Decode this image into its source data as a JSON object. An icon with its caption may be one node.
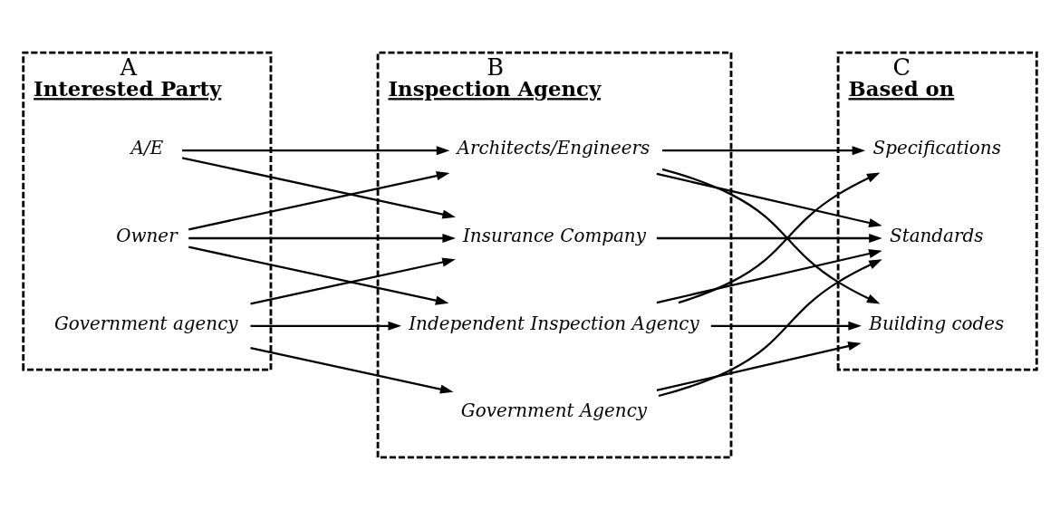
{
  "diagram": {
    "nodes": [
      {
        "text": [
          "A",
          "Interested Party"
        ]
      },
      {
        "text": [
          "Owner"
        ],
        "in": 0
      },
      {
        "text": [
          "Government agency"
        ],
        "in": 0
      },
      {
        "text": [
          "A/E"
        ],
        "in": 0
      },
      {
        "text": [
          "B",
          "Inspection Agency"
        ]
      },
      {
        "text": [
          "Independent Inspection Agency"
        ],
        "in": 4
      },
      {
        "text": [
          "Government Agency"
        ],
        "in": 4
      },
      {
        "text": [
          "Insurance Company"
        ],
        "in": 4
      },
      {
        "text": [
          "Architects/Engineers"
        ],
        "in": 4
      },
      {
        "text": [
          "C",
          "Based on"
        ]
      },
      {
        "text": [
          "Building codes"
        ],
        "in": 9
      },
      {
        "text": [
          "Standards"
        ],
        "in": 9
      },
      {
        "text": [
          "Specifications"
        ],
        "in": 9
      }
    ],
    "edges": [
      {
        "from": 1,
        "to": 5,
        "arrow": "to"
      },
      {
        "from": 1,
        "to": 7,
        "arrow": "to"
      },
      {
        "from": 1,
        "to": 8,
        "arrow": "to"
      },
      {
        "from": 2,
        "to": 5,
        "arrow": "to"
      },
      {
        "from": 2,
        "to": 6,
        "arrow": "to"
      },
      {
        "from": 2,
        "to": 7,
        "arrow": "to"
      },
      {
        "from": 3,
        "to": 7,
        "arrow": "to"
      },
      {
        "from": 3,
        "to": 8,
        "arrow": "to"
      },
      {
        "from": 5,
        "to": 10,
        "arrow": "to"
      },
      {
        "from": 5,
        "to": 11,
        "arrow": "to"
      },
      {
        "from": 5,
        "to": 12,
        "arrow": "to"
      },
      {
        "from": 6,
        "to": 10,
        "arrow": "to"
      },
      {
        "from": 6,
        "to": 11,
        "arrow": "to"
      },
      {
        "from": 7,
        "to": 11,
        "arrow": "to"
      },
      {
        "from": 8,
        "to": 10,
        "arrow": "to"
      },
      {
        "from": 8,
        "to": 11,
        "arrow": "to"
      },
      {
        "from": 8,
        "to": 12,
        "arrow": "to"
      }
    ]
  }
}
